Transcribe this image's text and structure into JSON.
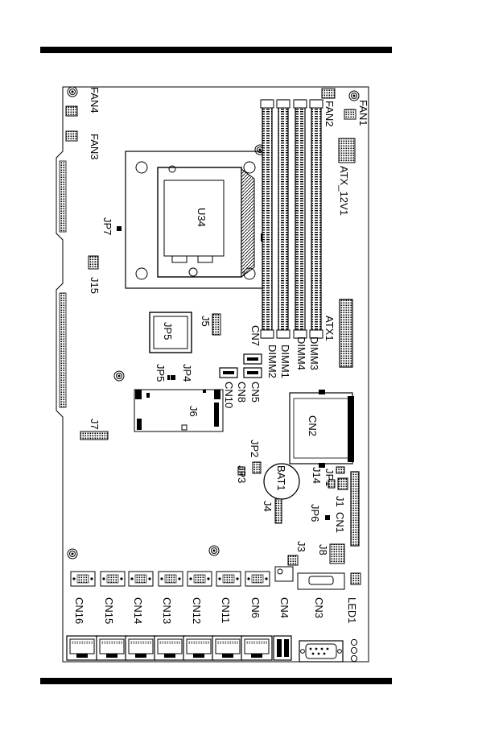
{
  "labels": {
    "fan1": "FAN1",
    "fan2": "FAN2",
    "fan3": "FAN3",
    "fan4": "FAN4",
    "atx_12v1": "ATX_12V1",
    "atx1": "ATX1",
    "jp7": "JP7",
    "u34": "U34",
    "j15": "J15",
    "j5": "J5",
    "jp5_big": "JP5",
    "cn7": "CN7",
    "dimm1": "DIMM1",
    "dimm2": "DIMM2",
    "dimm3": "DIMM3",
    "dimm4": "DIMM4",
    "jp4": "JP4",
    "jp5_small": "JP5",
    "cn5": "CN5",
    "cn8": "CN8",
    "cn10": "CN10",
    "j6": "J6",
    "cn2": "CN2",
    "j7": "J7",
    "jp2": "JP2",
    "jp3": "JP3",
    "bat1": "BAT1",
    "jp1": "JP1",
    "j14": "J14",
    "j1": "J1",
    "cn1": "CN1",
    "j4": "J4",
    "jp6": "JP6",
    "j3": "J3",
    "j8": "J8",
    "cn16": "CN16",
    "cn15": "CN15",
    "cn14": "CN14",
    "cn13": "CN13",
    "cn12": "CN12",
    "cn11": "CN11",
    "cn6": "CN6",
    "cn4": "CN4",
    "cn3": "CN3",
    "led1": "LED1"
  }
}
